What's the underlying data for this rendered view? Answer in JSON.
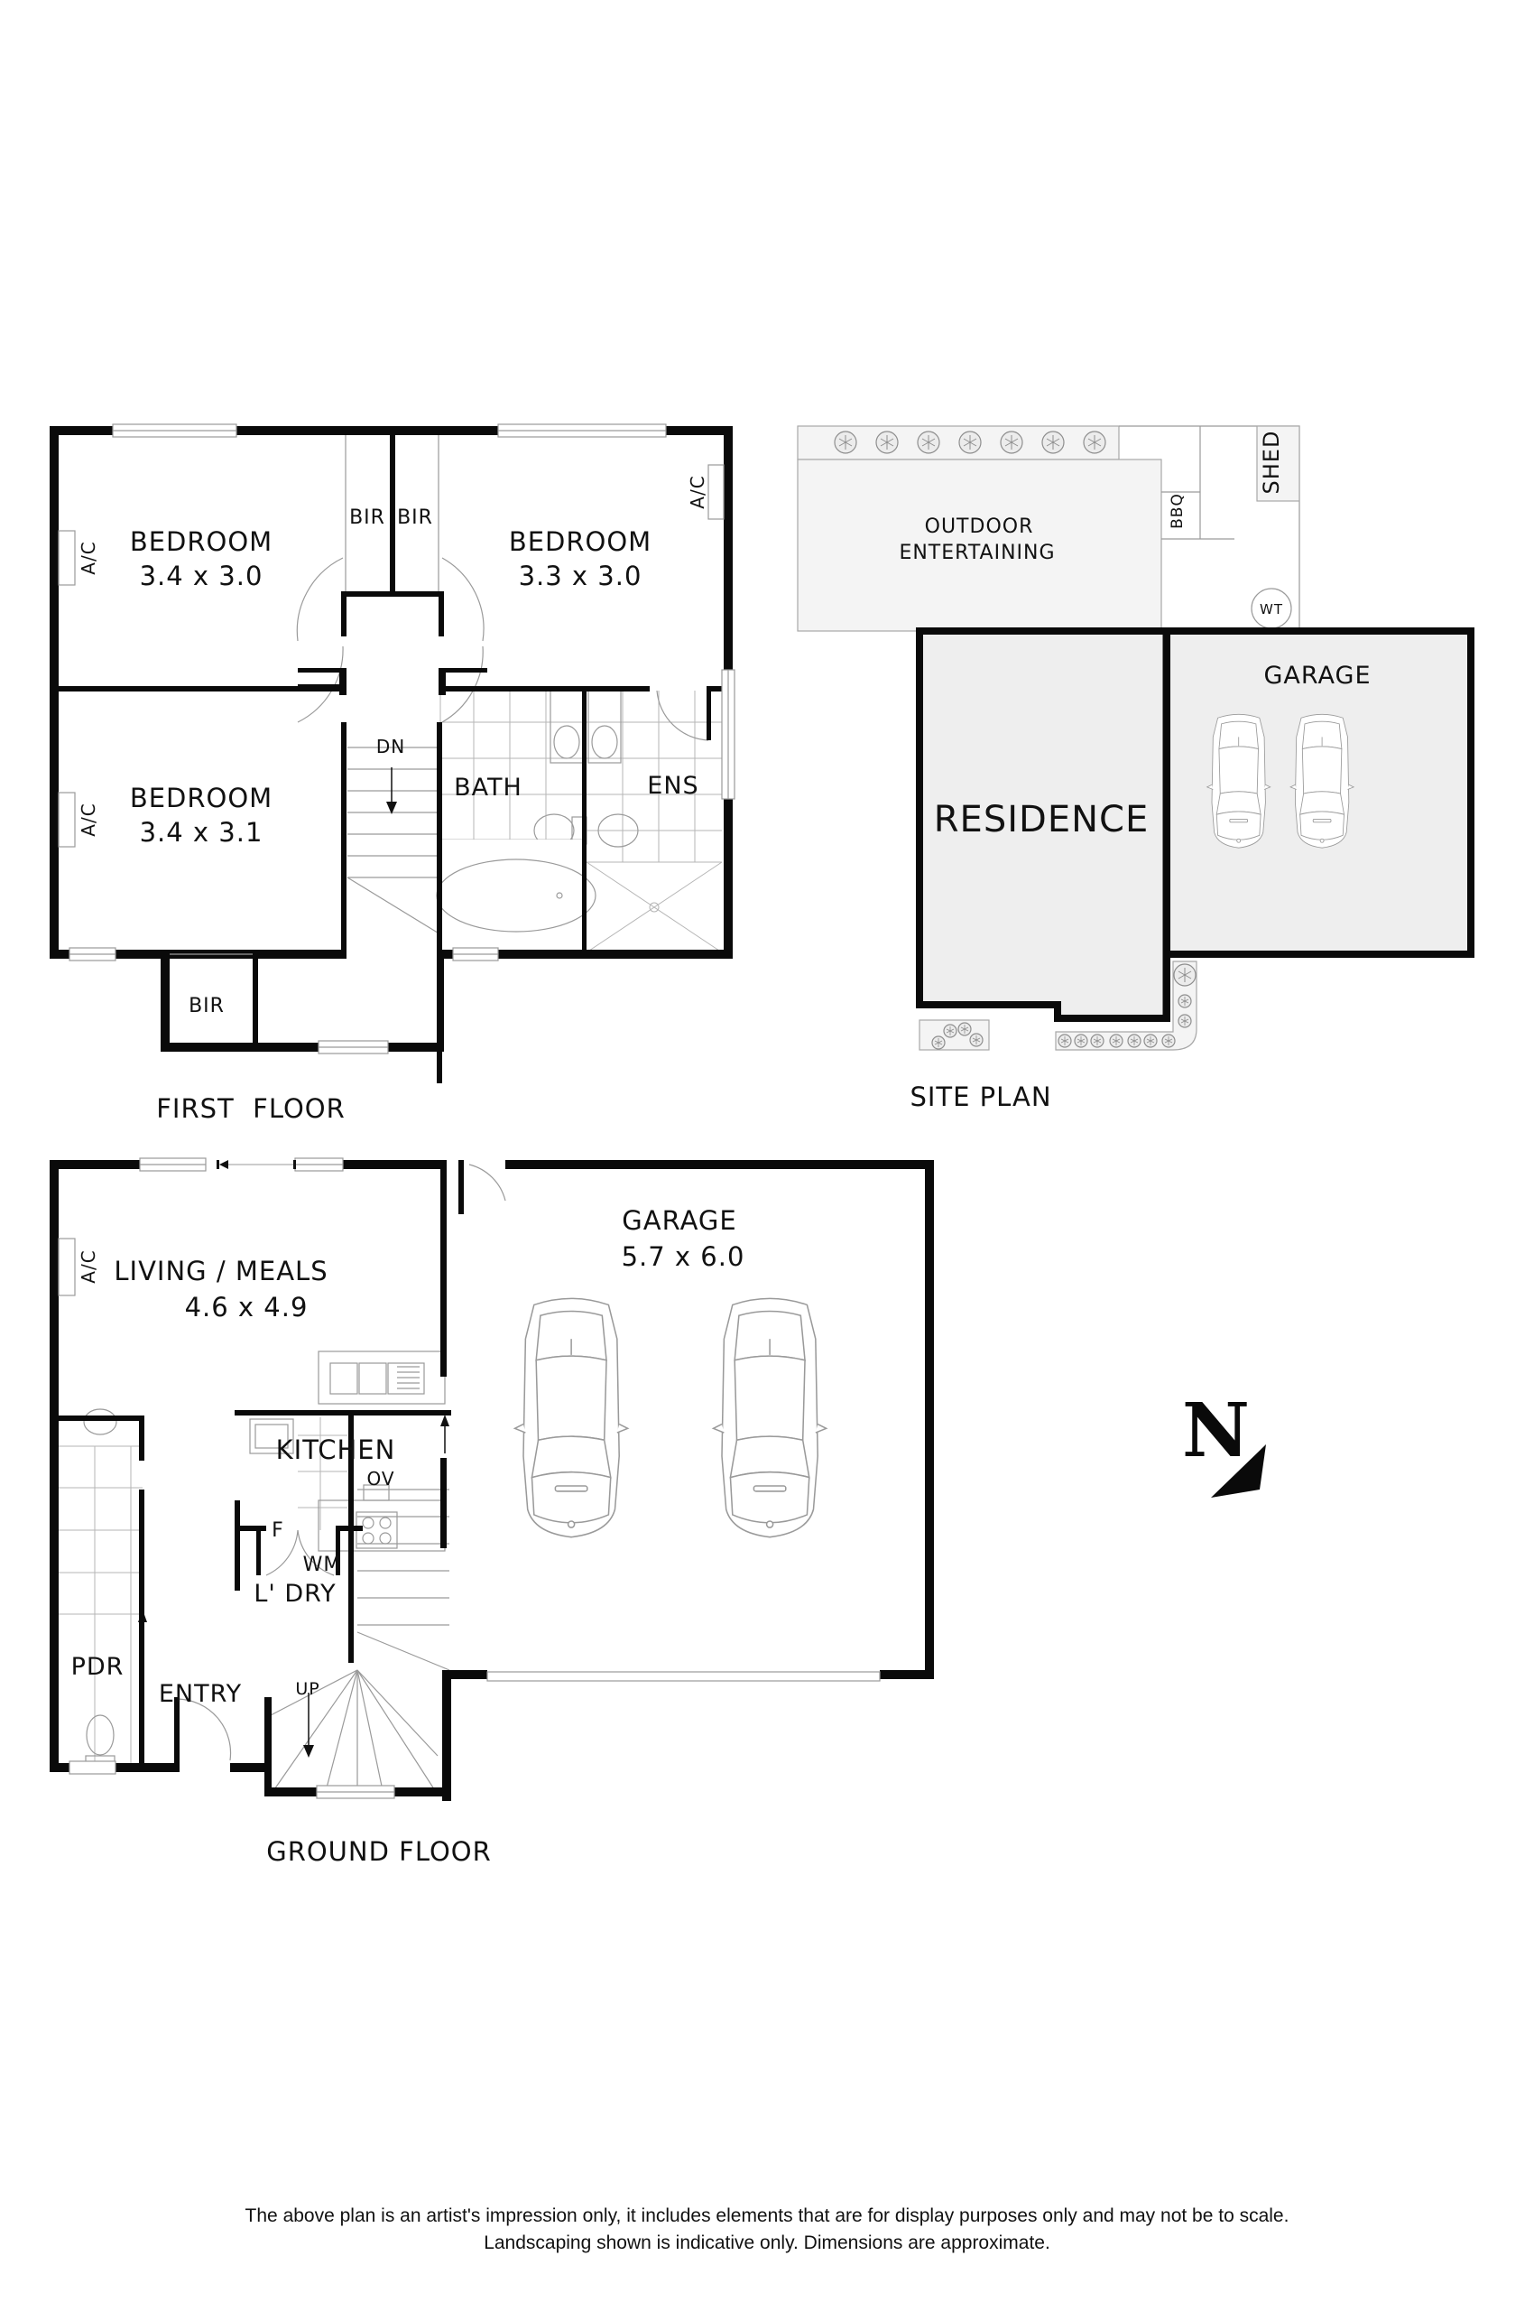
{
  "plan": {
    "first_floor": {
      "title": "FIRST  FLOOR",
      "rooms": [
        {
          "name": "BEDROOM",
          "dims": "3.4 x 3.0"
        },
        {
          "name": "BEDROOM",
          "dims": "3.3 x 3.0"
        },
        {
          "name": "BEDROOM",
          "dims": "3.4 x 3.1"
        }
      ],
      "labels": {
        "bir": "BIR",
        "ac": "A/C",
        "dn": "DN",
        "bath": "BATH",
        "ens": "ENS"
      }
    },
    "site_plan": {
      "title": "SITE PLAN",
      "labels": {
        "outdoor_line1": "OUTDOOR",
        "outdoor_line2": "ENTERTAINING",
        "bbq": "BBQ",
        "shed": "SHED",
        "wt": "WT",
        "residence": "RESIDENCE",
        "garage": "GARAGE"
      },
      "colors": {
        "building_fill": "#eeeeee",
        "yard_fill": "#f4f4f4"
      }
    },
    "ground_floor": {
      "title": "GROUND FLOOR",
      "rooms": [
        {
          "name": "LIVING / MEALS",
          "dims": "4.6 x 4.9"
        },
        {
          "name": "GARAGE",
          "dims": "5.7 x 6.0"
        }
      ],
      "labels": {
        "ac": "A/C",
        "kitchen": "KITCHEN",
        "ov": "OV",
        "fridge": "F",
        "wm": "WM",
        "laundry": "L' DRY",
        "pdr": "PDR",
        "entry": "ENTRY",
        "up": "UP"
      }
    },
    "north_arrow": {
      "letter": "N"
    },
    "disclaimer": {
      "line1": "The above plan is an artist's impression only, it includes elements that are for display purposes only and may not be to scale.",
      "line2": "Landscaping shown is indicative only. Dimensions are approximate."
    }
  }
}
